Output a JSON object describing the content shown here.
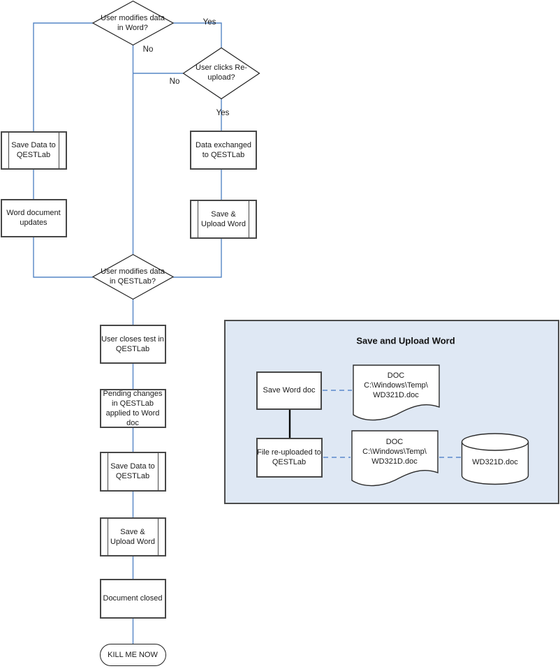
{
  "colors": {
    "connector_blue": "#5585c5",
    "dashed_blue": "#7ba0d6",
    "panel_fill": "#dfe8f4",
    "shape_border": "#474747",
    "text": "#1a1a1a"
  },
  "flow": {
    "decision_word": "User modifies data\nin Word?",
    "label_yes_word": "Yes",
    "label_no_word": "No",
    "decision_reupload": "User clicks Re-\nupload?",
    "label_no_reupload": "No",
    "label_yes_reupload": "Yes",
    "save_data_left": "Save Data to\nQESTLab",
    "word_document_updates": "Word document\nupdates",
    "data_exchanged": "Data exchanged\nto QESTLab",
    "save_upload_right": "Save &\nUpload Word",
    "decision_qestlab": "User modifies data\nin QESTLab?",
    "user_closes_test": "User closes test in\nQESTLab",
    "pending_changes": "Pending changes\nin QESTLab\napplied to Word\ndoc",
    "save_data_mid": "Save Data to\nQESTLab",
    "save_upload_mid": "Save &\nUpload Word",
    "document_closed": "Document closed",
    "terminator": "KILL ME NOW"
  },
  "panel": {
    "title": "Save and Upload Word",
    "save_word_doc": "Save Word doc",
    "temp_doc_upper": "DOC\nC:\\Windows\\Temp\\\nWD321D.doc",
    "file_reuploaded": "File re-uploaded to\nQESTLab",
    "temp_doc_lower": "DOC\nC:\\Windows\\Temp\\\nWD321D.doc",
    "database": "WD321D.doc"
  }
}
